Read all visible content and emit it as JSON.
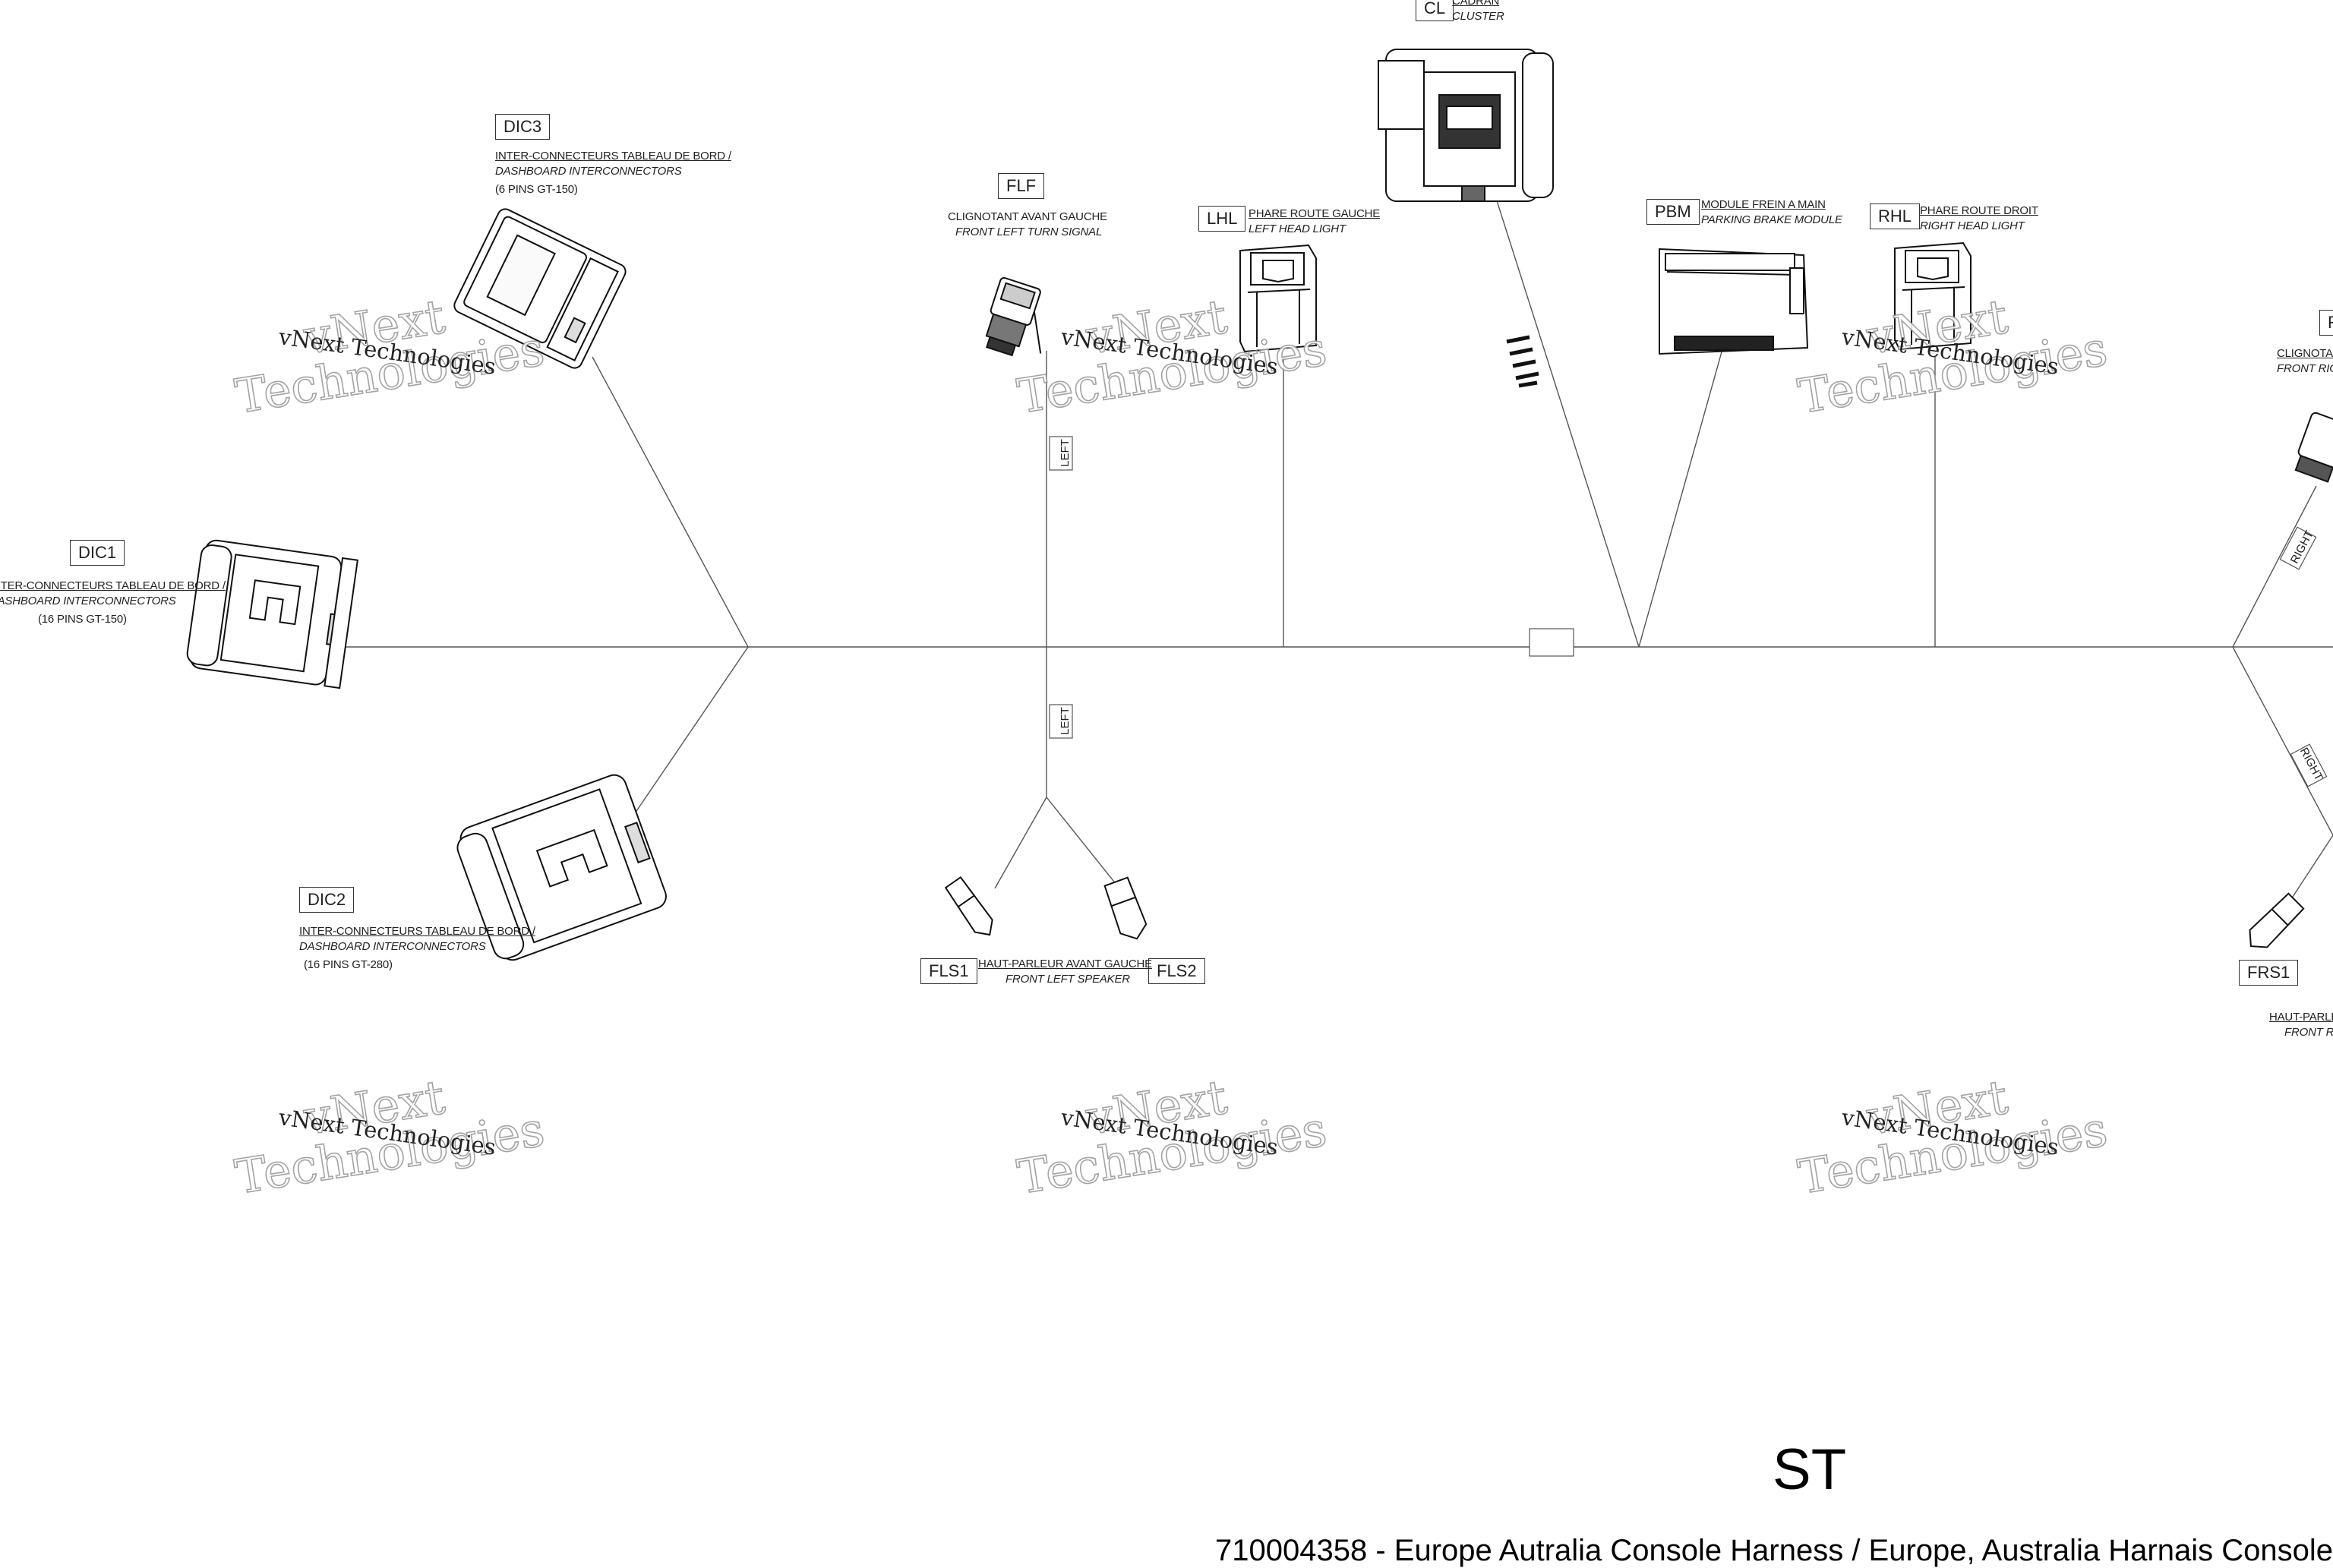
{
  "connectors": {
    "dic3": {
      "code": "DIC3",
      "fr": "INTER-CONNECTEURS TABLEAU DE BORD /",
      "en": "DASHBOARD INTERCONNECTORS",
      "pins": "(6 PINS GT-150)"
    },
    "dic1": {
      "code": "DIC1",
      "fr": "INTER-CONNECTEURS TABLEAU DE BORD /",
      "en": "DASHBOARD INTERCONNECTORS",
      "pins": "(16 PINS GT-150)"
    },
    "dic2": {
      "code": "DIC2",
      "fr": "INTER-CONNECTEURS TABLEAU DE BORD /",
      "en": "DASHBOARD INTERCONNECTORS",
      "pins": "(16 PINS GT-280)"
    },
    "flf": {
      "code": "FLF",
      "fr": "CLIGNOTANT AVANT GAUCHE",
      "en": "FRONT LEFT TURN SIGNAL"
    },
    "lhl": {
      "code": "LHL",
      "fr": "PHARE ROUTE GAUCHE",
      "en": "LEFT HEAD LIGHT"
    },
    "cl": {
      "code": "CL",
      "fr": "CADRAN",
      "en": "CLUSTER"
    },
    "pbm": {
      "code": "PBM",
      "fr": "MODULE FREIN A MAIN",
      "en": "PARKING BRAKE MODULE"
    },
    "rhl": {
      "code": "RHL",
      "fr": "PHARE ROUTE DROIT",
      "en": "RIGHT HEAD LIGHT"
    },
    "frf": {
      "code": "F",
      "fr": "CLIGNOTANT",
      "en": "FRONT RIGH"
    },
    "fls1": {
      "code": "FLS1"
    },
    "fls2": {
      "code": "FLS2"
    },
    "fls": {
      "fr": "HAUT-PARLEUR AVANT GAUCHE",
      "en": "FRONT LEFT SPEAKER"
    },
    "frs1": {
      "code": "FRS1",
      "fr": "HAUT-PARLEU",
      "en": "FRONT RIG"
    }
  },
  "branch_tags": {
    "left_upper": "LEFT",
    "left_lower": "LEFT",
    "right_upper": "RIGHT",
    "right_lower": "RIGHT"
  },
  "watermark": {
    "small": "vNext Technologies",
    "line1": "vNext",
    "line2": "Technologies"
  },
  "sheet": {
    "zone": "ST",
    "footer": "710004358 - Europe Autralia Console Harness / Europe, Australia Harnais Console"
  },
  "colors": {
    "line": "#444444",
    "ink": "#222222",
    "watermark": "#9a9a9a"
  }
}
